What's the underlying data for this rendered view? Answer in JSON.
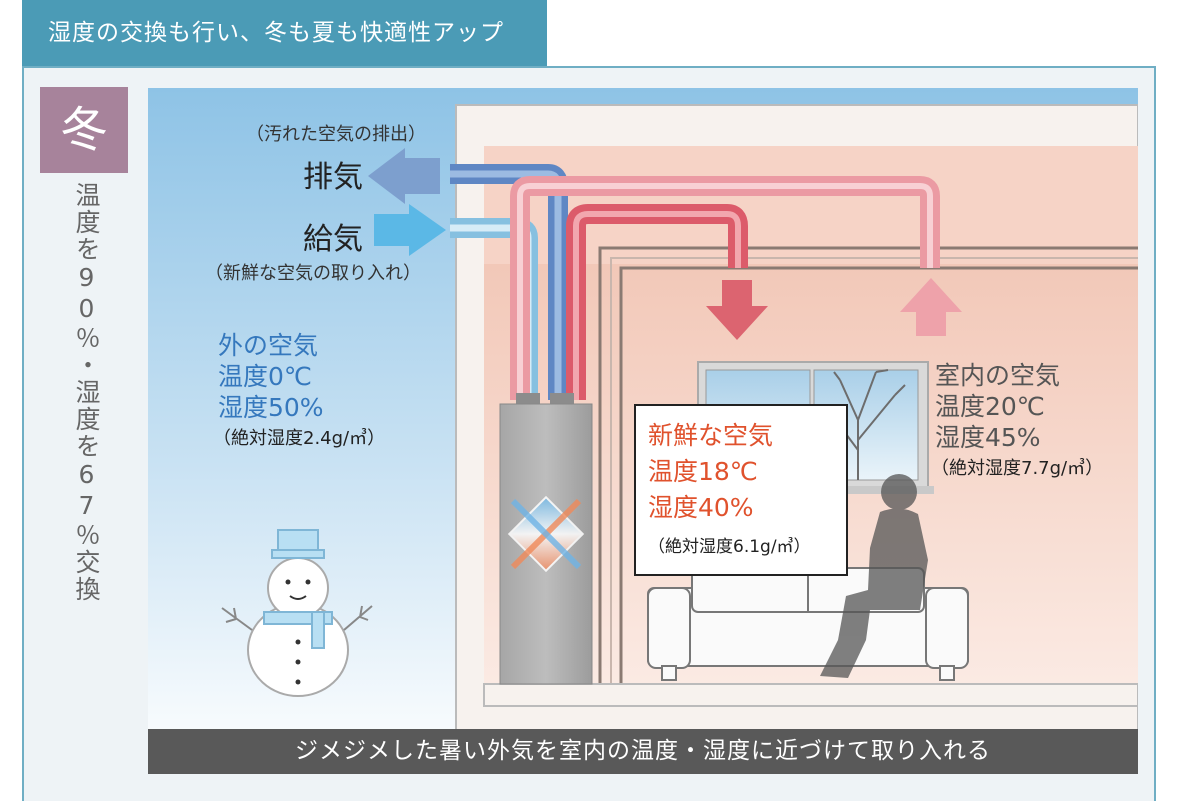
{
  "header": {
    "title": "湿度の交換も行い、冬も夏も快適性アップ"
  },
  "season": {
    "label": "冬"
  },
  "caption": {
    "text": "温度を90％・湿度を67％交換"
  },
  "ducts": {
    "exhaust_sub": "（汚れた空気の排出）",
    "exhaust": "排気",
    "supply": "給気",
    "supply_sub": "（新鮮な空気の取り入れ）"
  },
  "outside_air": {
    "title": "外の空気",
    "temp": "温度0℃",
    "humidity": "湿度50%",
    "absolute": "（絶対湿度2.4g/㎥）"
  },
  "fresh_air": {
    "title": "新鮮な空気",
    "temp": "温度18℃",
    "humidity": "湿度40%",
    "absolute": "（絶対湿度6.1g/㎥）"
  },
  "indoor_air": {
    "title": "室内の空気",
    "temp": "温度20℃",
    "humidity": "湿度45%",
    "absolute": "（絶対湿度7.7g/㎥）"
  },
  "footer": {
    "text": "ジメジメした暑い外気を室内の温度・湿度に近づけて取り入れる"
  },
  "colors": {
    "accent": "#4b9bb6",
    "badge": "#a7839b",
    "outside_text": "#3578bd",
    "fresh_text": "#e0522d",
    "exhaust_arrow": "#7d9fce",
    "supply_arrow": "#5bb8e6",
    "warm_duct": "#e27c86",
    "footer": "#595959"
  }
}
